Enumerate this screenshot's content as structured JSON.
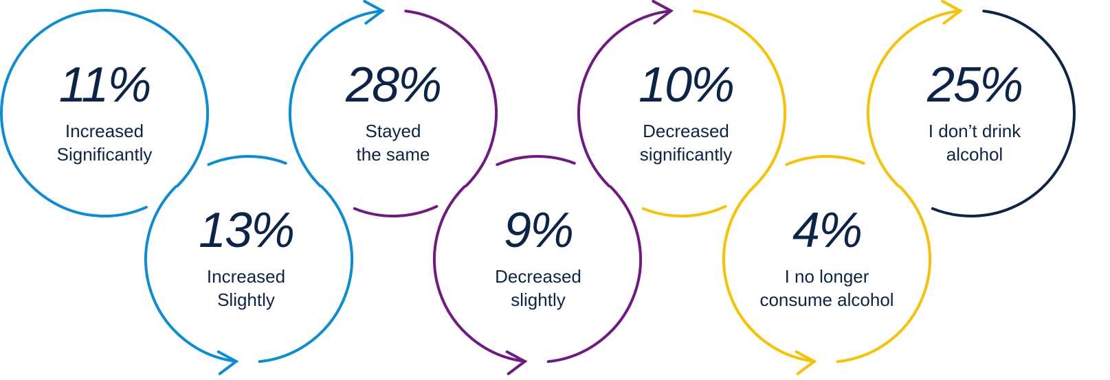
{
  "colors": {
    "increased": "#0a8dd6",
    "stayed": "#6e1a82",
    "decreased": "#f7c200",
    "abstain": "#0b2447",
    "text": "#0b2447"
  },
  "items": [
    {
      "percent": "11%",
      "label_line1": "Increased",
      "label_line2": "Significantly"
    },
    {
      "percent": "13%",
      "label_line1": "Increased",
      "label_line2": "Slightly"
    },
    {
      "percent": "28%",
      "label_line1": "Stayed",
      "label_line2": "the same"
    },
    {
      "percent": "9%",
      "label_line1": "Decreased",
      "label_line2": "slightly"
    },
    {
      "percent": "10%",
      "label_line1": "Decreased",
      "label_line2": "significantly"
    },
    {
      "percent": "4%",
      "label_line1": "I no longer",
      "label_line2": "consume alcohol"
    },
    {
      "percent": "25%",
      "label_line1": "I don’t drink",
      "label_line2": "alcohol"
    }
  ]
}
